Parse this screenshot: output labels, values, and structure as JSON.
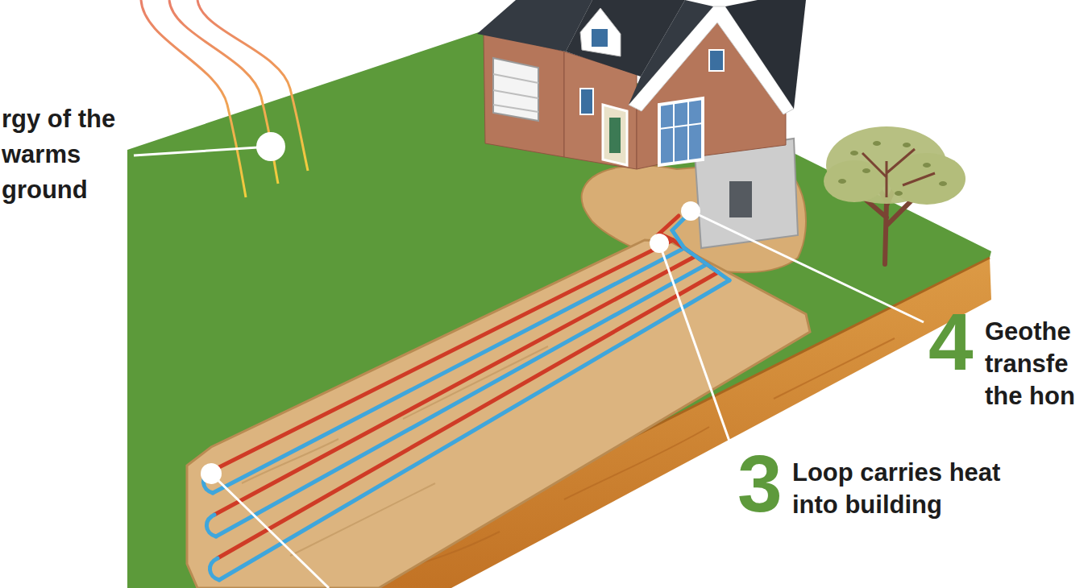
{
  "diagram": {
    "labels": [
      "rgy of the warms ground",
      "4",
      "Geothe transfe the hon",
      "3",
      "Loop carries heat into building"
    ]
  }
}
